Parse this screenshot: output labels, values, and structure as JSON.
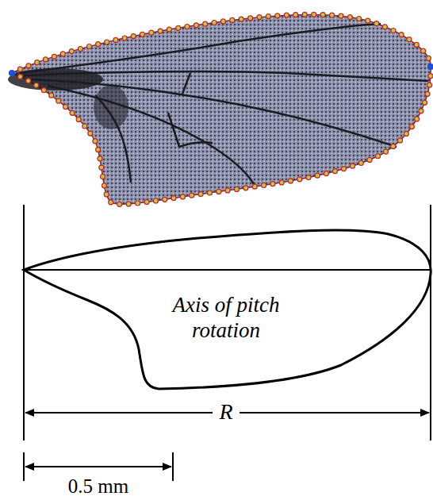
{
  "diagram": {
    "labels": [
      "Axis of pitch rotation",
      "R",
      "0.5 mm"
    ]
  }
}
